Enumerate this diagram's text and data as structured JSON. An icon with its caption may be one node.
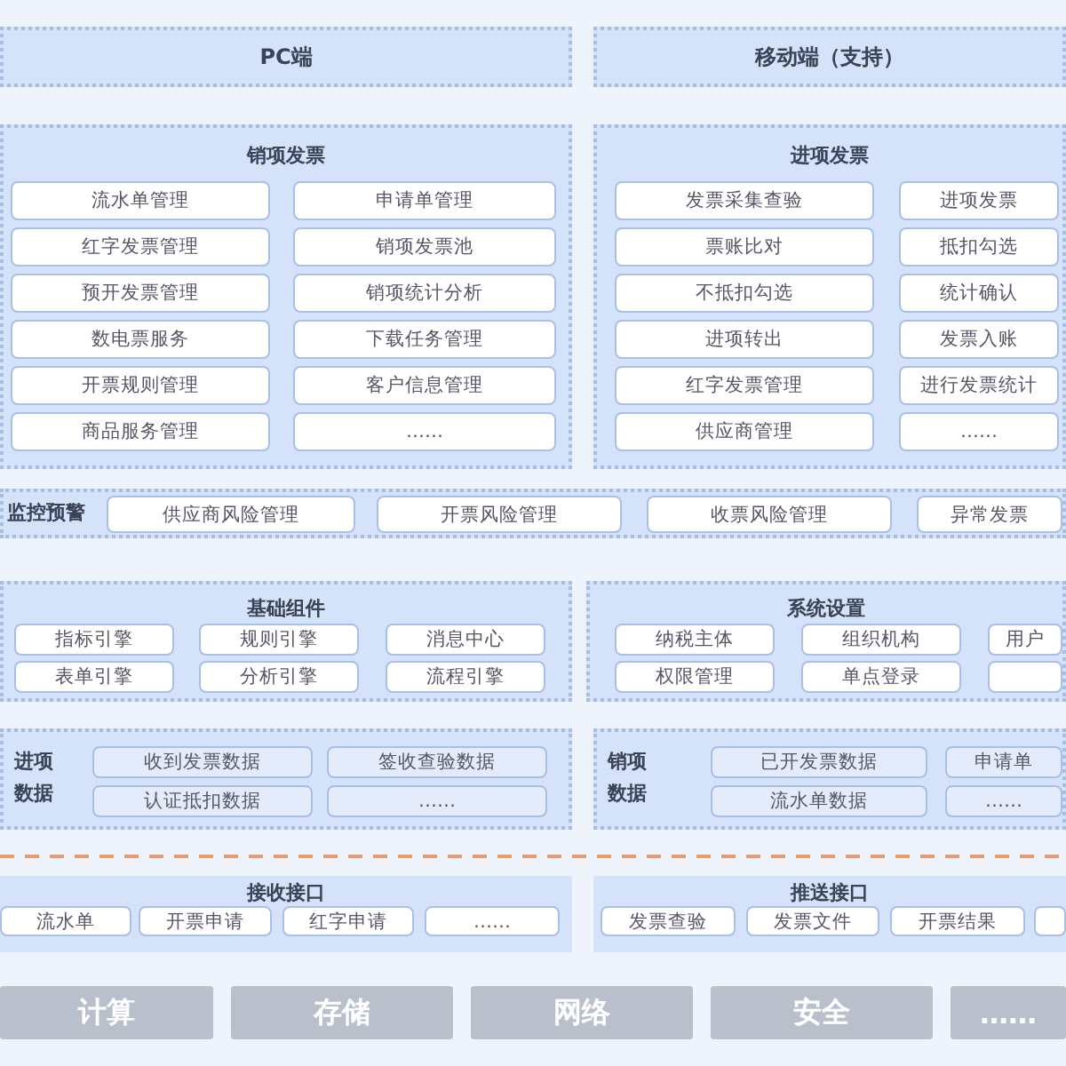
{
  "diagram": {
    "nodes": [
      {
        "text": [
          "PC端"
        ]
      },
      {
        "text": [
          "移动端（支持）"
        ]
      },
      {
        "text": [
          "销项发票"
        ]
      },
      {
        "text": [
          "流水单管理"
        ],
        "in": 2
      },
      {
        "text": [
          "申请单管理"
        ],
        "in": 2
      },
      {
        "text": [
          "红字发票管理"
        ],
        "in": 2
      },
      {
        "text": [
          "销项发票池"
        ],
        "in": 2
      },
      {
        "text": [
          "预开发票管理"
        ],
        "in": 2
      },
      {
        "text": [
          "销项统计分析"
        ],
        "in": 2
      },
      {
        "text": [
          "数电票服务"
        ],
        "in": 2
      },
      {
        "text": [
          "下载任务管理"
        ],
        "in": 2
      },
      {
        "text": [
          "开票规则管理"
        ],
        "in": 2
      },
      {
        "text": [
          "客户信息管理"
        ],
        "in": 2
      },
      {
        "text": [
          "商品服务管理"
        ],
        "in": 2
      },
      {
        "text": [
          "……"
        ],
        "in": 2
      },
      {
        "text": [
          "进项发票"
        ]
      },
      {
        "text": [
          "发票采集查验"
        ],
        "in": 15
      },
      {
        "text": [
          "进项发票"
        ],
        "in": 15
      },
      {
        "text": [
          "票账比对"
        ],
        "in": 15
      },
      {
        "text": [
          "抵扣勾选"
        ],
        "in": 15
      },
      {
        "text": [
          "不抵扣勾选"
        ],
        "in": 15
      },
      {
        "text": [
          "统计确认"
        ],
        "in": 15
      },
      {
        "text": [
          "进项转出"
        ],
        "in": 15
      },
      {
        "text": [
          "发票入账"
        ],
        "in": 15
      },
      {
        "text": [
          "红字发票管理"
        ],
        "in": 15
      },
      {
        "text": [
          "进行发票统计"
        ],
        "in": 15
      },
      {
        "text": [
          "供应商管理"
        ],
        "in": 15
      },
      {
        "text": [
          "……"
        ],
        "in": 15
      },
      {
        "text": [
          "监控预警"
        ]
      },
      {
        "text": [
          "供应商风险管理"
        ],
        "in": 28
      },
      {
        "text": [
          "开票风险管理"
        ],
        "in": 28
      },
      {
        "text": [
          "收票风险管理"
        ],
        "in": 28
      },
      {
        "text": [
          "异常发票"
        ],
        "in": 28
      },
      {
        "text": [
          "基础组件"
        ]
      },
      {
        "text": [
          "指标引擎"
        ],
        "in": 33
      },
      {
        "text": [
          "规则引擎"
        ],
        "in": 33
      },
      {
        "text": [
          "消息中心"
        ],
        "in": 33
      },
      {
        "text": [
          "表单引擎"
        ],
        "in": 33
      },
      {
        "text": [
          "分析引擎"
        ],
        "in": 33
      },
      {
        "text": [
          "流程引擎"
        ],
        "in": 33
      },
      {
        "text": [
          "系统设置"
        ]
      },
      {
        "text": [
          "纳税主体"
        ],
        "in": 40
      },
      {
        "text": [
          "组织机构"
        ],
        "in": 40
      },
      {
        "text": [
          "用户"
        ],
        "in": 40
      },
      {
        "text": [
          "权限管理"
        ],
        "in": 40
      },
      {
        "text": [
          "单点登录"
        ],
        "in": 40
      },
      {
        "text": [],
        "shape": "box",
        "in": 40
      },
      {
        "text": [
          "进项数据"
        ]
      },
      {
        "text": [
          "收到发票数据"
        ],
        "in": 47
      },
      {
        "text": [
          "签收查验数据"
        ],
        "in": 47
      },
      {
        "text": [
          "认证抵扣数据"
        ],
        "in": 47
      },
      {
        "text": [
          "……"
        ],
        "in": 47
      },
      {
        "text": [
          "销项数据"
        ]
      },
      {
        "text": [
          "已开发票数据"
        ],
        "in": 52
      },
      {
        "text": [
          "申请单"
        ],
        "in": 52
      },
      {
        "text": [
          "流水单数据"
        ],
        "in": 52
      },
      {
        "text": [
          "……"
        ],
        "in": 52
      },
      {
        "text": [
          "接收接口"
        ]
      },
      {
        "text": [
          "流水单"
        ],
        "in": 57
      },
      {
        "text": [
          "开票申请"
        ],
        "in": 57
      },
      {
        "text": [
          "红字申请"
        ],
        "in": 57
      },
      {
        "text": [
          "……"
        ],
        "in": 57
      },
      {
        "text": [
          "推送接口"
        ]
      },
      {
        "text": [
          "发票查验"
        ],
        "in": 62
      },
      {
        "text": [
          "发票文件"
        ],
        "in": 62
      },
      {
        "text": [
          "开票结果"
        ],
        "in": 62
      },
      {
        "text": [],
        "shape": "box",
        "in": 62
      },
      {
        "text": [
          "计算"
        ]
      },
      {
        "text": [
          "存储"
        ]
      },
      {
        "text": [
          "网络"
        ]
      },
      {
        "text": [
          "安全"
        ]
      },
      {
        "text": [
          "……"
        ]
      }
    ]
  }
}
